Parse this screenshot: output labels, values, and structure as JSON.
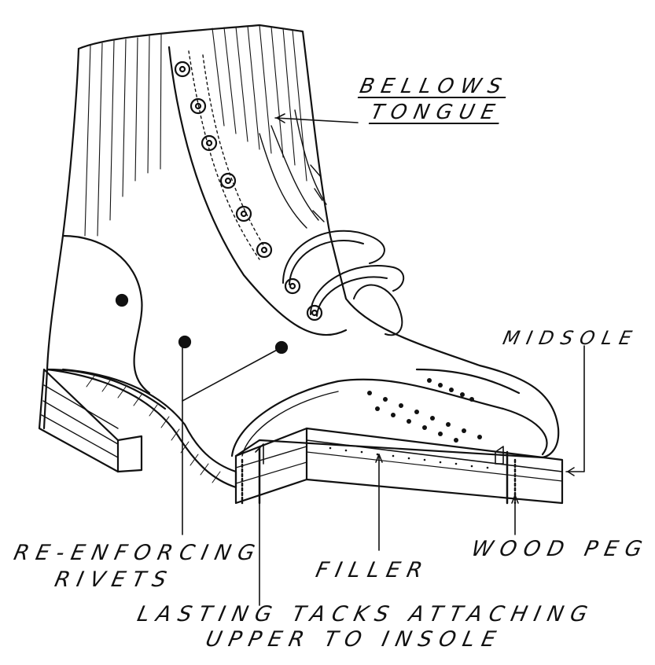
{
  "labels": {
    "bellows_line1": "BELLOWS",
    "bellows_line2": "TONGUE",
    "midsole": "MIDSOLE",
    "rivets_line1": "RE-ENFORCING",
    "rivets_line2": "RIVETS",
    "filler": "FILLER",
    "wood_peg": "WOOD PEG",
    "tacks_line1": "LASTING TACKS ATTACHING",
    "tacks_line2": "UPPER TO INSOLE"
  }
}
